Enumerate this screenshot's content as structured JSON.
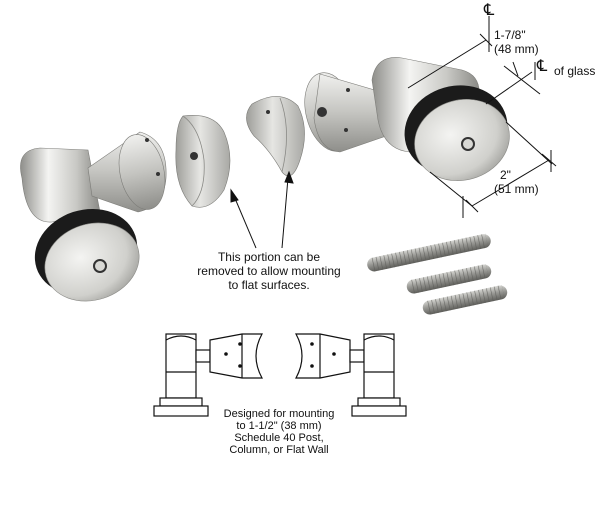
{
  "dimensions": {
    "centerline_symbol": "℄",
    "top": {
      "imperial": "1-7/8\"",
      "metric": "(48 mm)"
    },
    "glass": {
      "suffix": "of glass"
    },
    "width": {
      "imperial": "2\"",
      "metric": "(51 mm)"
    }
  },
  "callout": {
    "lines": [
      "This portion can be",
      "removed to allow mounting",
      "to flat surfaces."
    ]
  },
  "mounting_note": {
    "lines": [
      "Designed for mounting",
      "to 1-1/2\" (38 mm)",
      "Schedule 40 Post,",
      "Column, or Flat Wall"
    ]
  },
  "colors": {
    "metal_light": "#eeeeec",
    "metal_mid": "#c7c7c3",
    "metal_dark": "#8e8e8a",
    "gasket": "#1b1b1b",
    "line": "#111111"
  }
}
